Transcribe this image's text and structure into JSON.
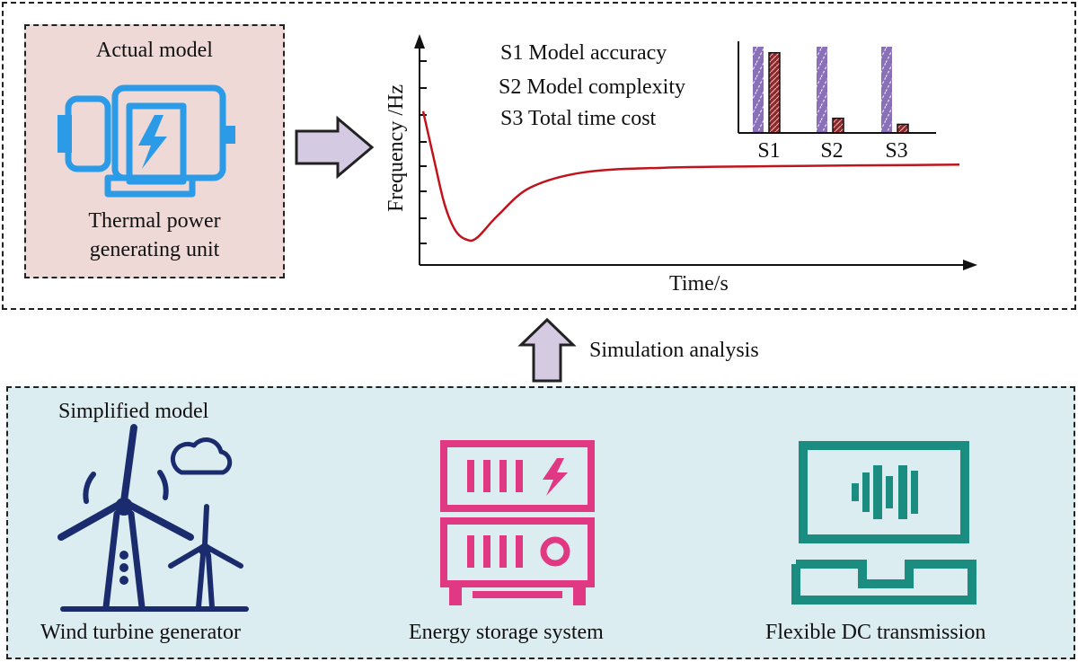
{
  "top_panel": {
    "actual_model_title": "Actual model",
    "unit_label_line1": "Thermal power",
    "unit_label_line2": "generating unit"
  },
  "frequency_plot": {
    "ylabel": "Frequency /Hz",
    "xlabel": "Time/s"
  },
  "metrics_chart": {
    "legend": [
      "S1 Model accuracy",
      "S2 Model complexity",
      "S3 Total time cost"
    ]
  },
  "chart_data": [
    {
      "type": "line",
      "xlabel": "Time/s",
      "ylabel": "Frequency /Hz",
      "series": [
        {
          "color": "#c0141c",
          "x": [
            0,
            0.02,
            0.04,
            0.06,
            0.08,
            0.1,
            0.14,
            0.2,
            0.3,
            0.45,
            0.65,
            1.0
          ],
          "y": [
            0.86,
            0.55,
            0.25,
            0.08,
            0.02,
            0.03,
            0.18,
            0.36,
            0.46,
            0.49,
            0.5,
            0.51
          ]
        }
      ]
    },
    {
      "type": "bar",
      "categories": [
        "S1",
        "S2",
        "S3"
      ],
      "series": [
        {
          "color": "#8a70b8",
          "values": [
            1.0,
            1.0,
            1.0
          ]
        },
        {
          "color": "#8b2a2e",
          "values": [
            0.93,
            0.17,
            0.1
          ]
        }
      ],
      "ylim": [
        0,
        1
      ]
    }
  ],
  "arrow_label": "Simulation analysis",
  "bottom_panel": {
    "title": "Simplified model",
    "items": [
      {
        "label": "Wind turbine generator"
      },
      {
        "label": "Energy storage system"
      },
      {
        "label": "Flexible DC transmission"
      }
    ]
  },
  "colors": {
    "thermal_bg": "#eed9d6",
    "bottom_bg": "#dcedf2",
    "thermal_icon": "#2b9be8",
    "wind_icon": "#1a2c6e",
    "storage_icon": "#e03882",
    "dc_icon": "#1a8c80",
    "arrow_fill": "#d4cbe2",
    "curve": "#c0141c"
  }
}
